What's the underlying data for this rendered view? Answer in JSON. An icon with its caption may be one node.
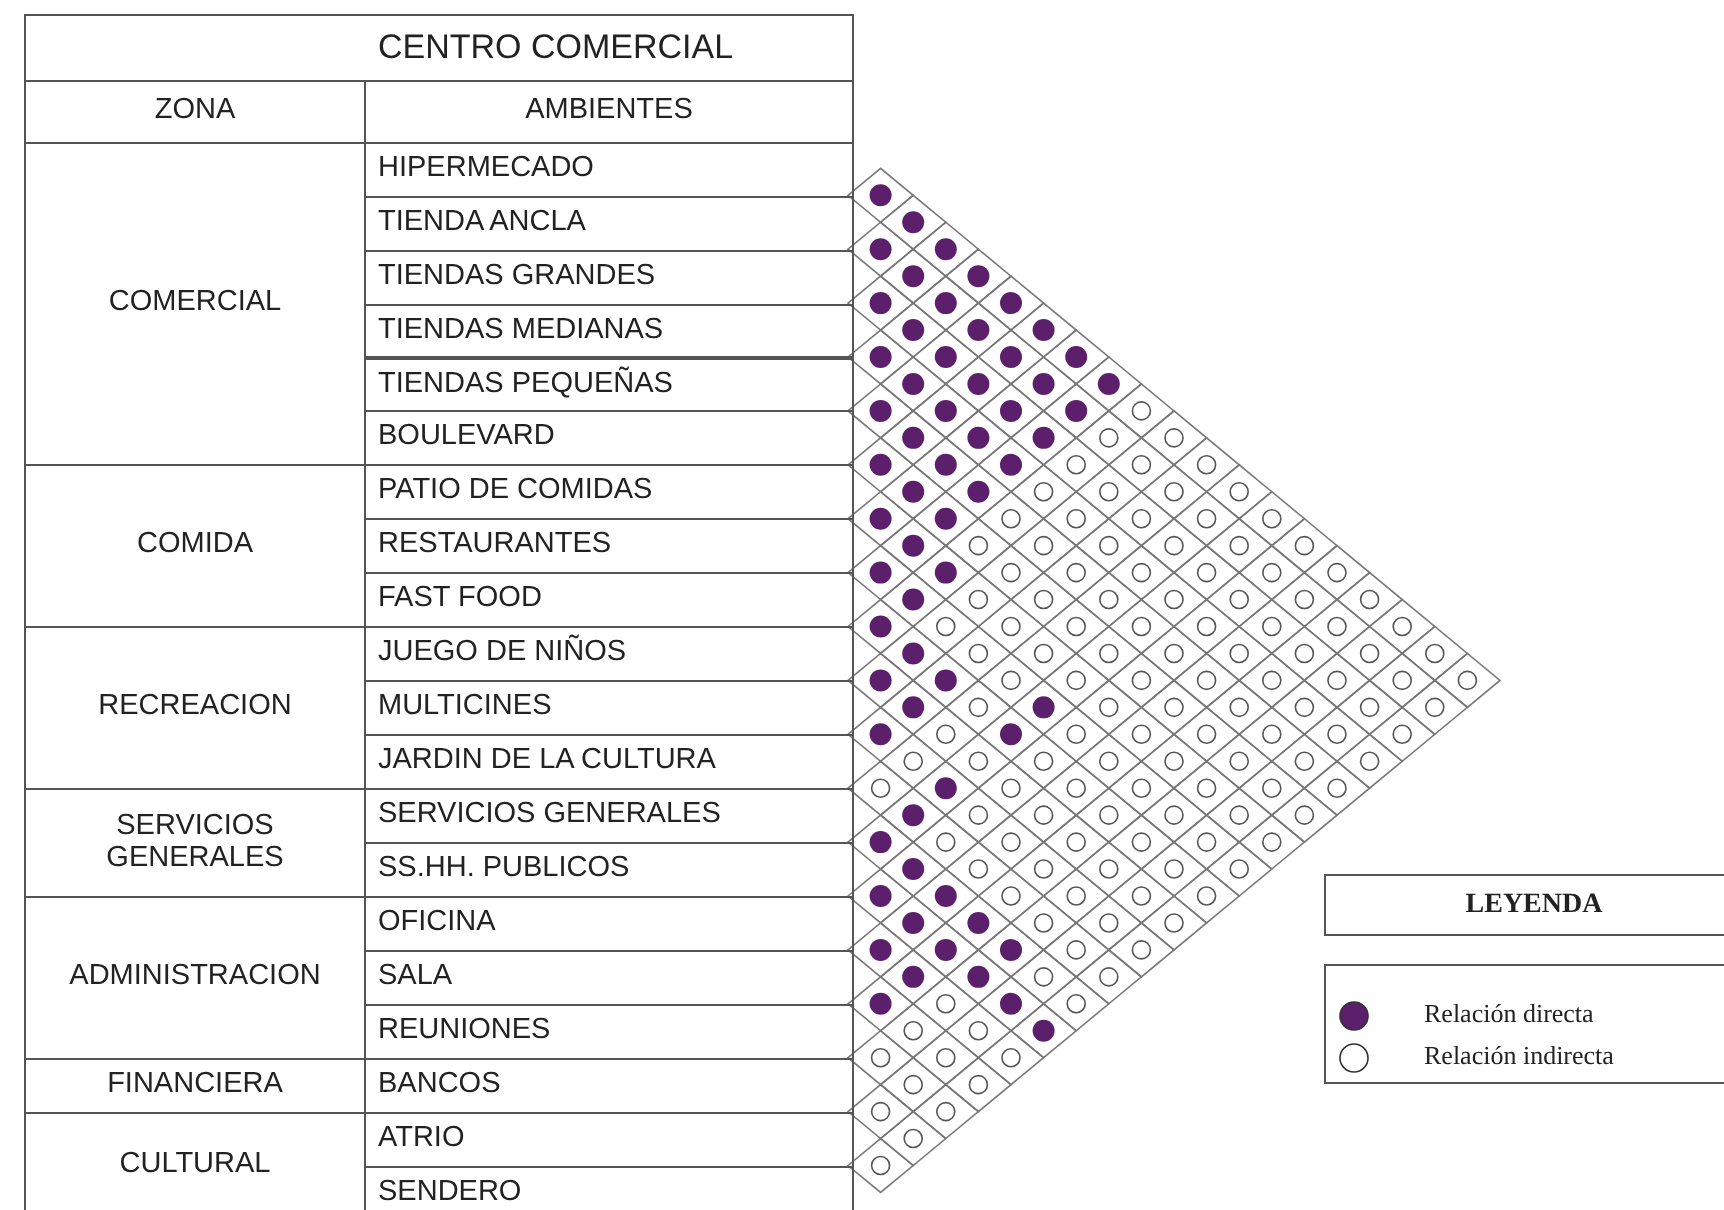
{
  "diagram": {
    "labels": [
      "CENTRO COMERCIAL",
      "ZONA",
      "AMBIENTES",
      "COMERCIAL",
      "HIPERMECADO",
      "TIENDA ANCLA",
      "TIENDAS GRANDES",
      "TIENDAS MEDIANAS",
      "TIENDAS PEQUEÑAS",
      "BOULEVARD",
      "COMIDA",
      "PATIO DE COMIDAS",
      "RESTAURANTES",
      "FAST FOOD",
      "RECREACION",
      "JUEGO DE NIÑOS",
      "MULTICINES",
      "JARDIN DE LA CULTURA",
      "SERVICIOS GENERALES",
      "SERVICIOS GENERALES",
      "SS.HH. PUBLICOS",
      "ADMINISTRACION",
      "OFICINA",
      "SALA",
      "REUNIONES",
      "FINANCIERA",
      "BANCOS",
      "CULTURAL",
      "ATRIO",
      "SENDERO",
      "LEYENDA"
    ],
    "legend": [
      {
        "text": "Relación directa",
        "color": "#5c1f6b"
      },
      {
        "text": "Relación indirecta",
        "color": "#ffffff"
      }
    ]
  }
}
